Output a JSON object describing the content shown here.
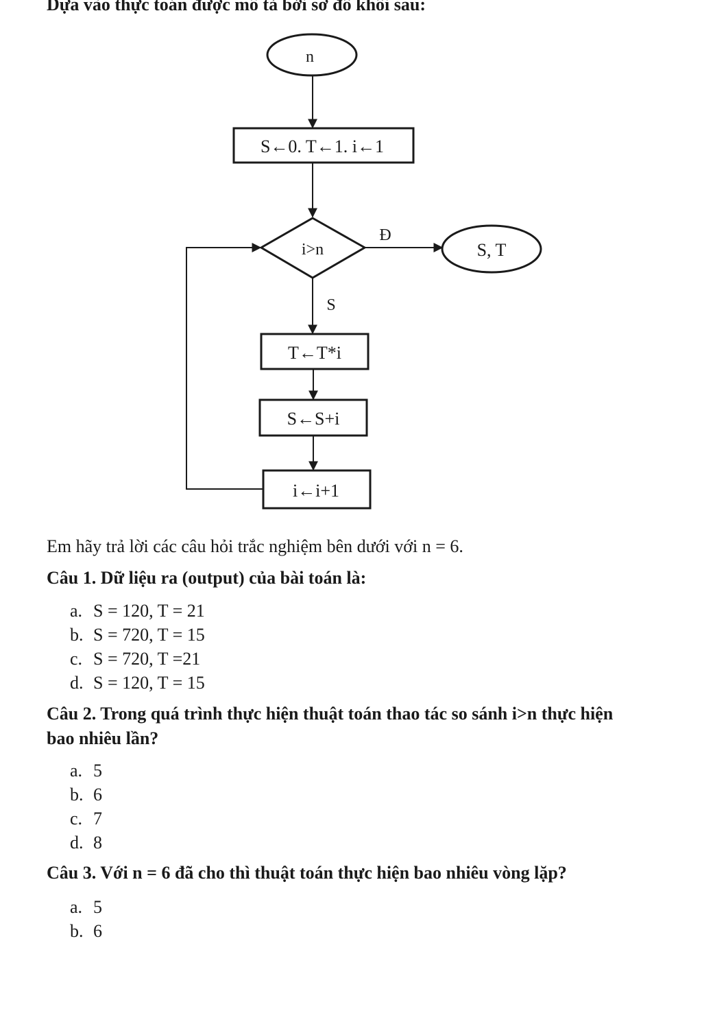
{
  "heading": "Dựa vào thực toán được mô tả bởi sơ đồ khối sau:",
  "flowchart": {
    "start": "n",
    "init": "S←0. T←1. i←1",
    "condition": "i>n",
    "yes_label": "Đ",
    "no_label": "S",
    "output": "S, T",
    "step1": "T←T*i",
    "step2": "S←S+i",
    "step3": "i←i+1"
  },
  "intro": "Em hãy trả lời các câu hỏi trắc nghiệm bên dưới với n = 6.",
  "questions": [
    {
      "text": "Câu 1. Dữ liệu ra (output) của bài toán là:",
      "options": [
        {
          "label": "a.",
          "text": "S = 120, T = 21"
        },
        {
          "label": "b.",
          "text": "S = 720, T = 15"
        },
        {
          "label": "c.",
          "text": "S = 720, T =21"
        },
        {
          "label": "d.",
          "text": "S = 120, T = 15"
        }
      ]
    },
    {
      "text": "Câu 2. Trong quá trình thực hiện thuật toán thao tác so sánh i>n thực hiện",
      "text_line2": "bao nhiêu lần?",
      "options": [
        {
          "label": "a.",
          "text": "5"
        },
        {
          "label": "b.",
          "text": "6"
        },
        {
          "label": "c.",
          "text": "7"
        },
        {
          "label": "d.",
          "text": "8"
        }
      ]
    },
    {
      "text": "Câu 3. Với n = 6 đã cho thì thuật toán thực hiện bao nhiêu vòng lặp?",
      "options": [
        {
          "label": "a.",
          "text": "5"
        },
        {
          "label": "b.",
          "text": "6"
        }
      ]
    }
  ]
}
